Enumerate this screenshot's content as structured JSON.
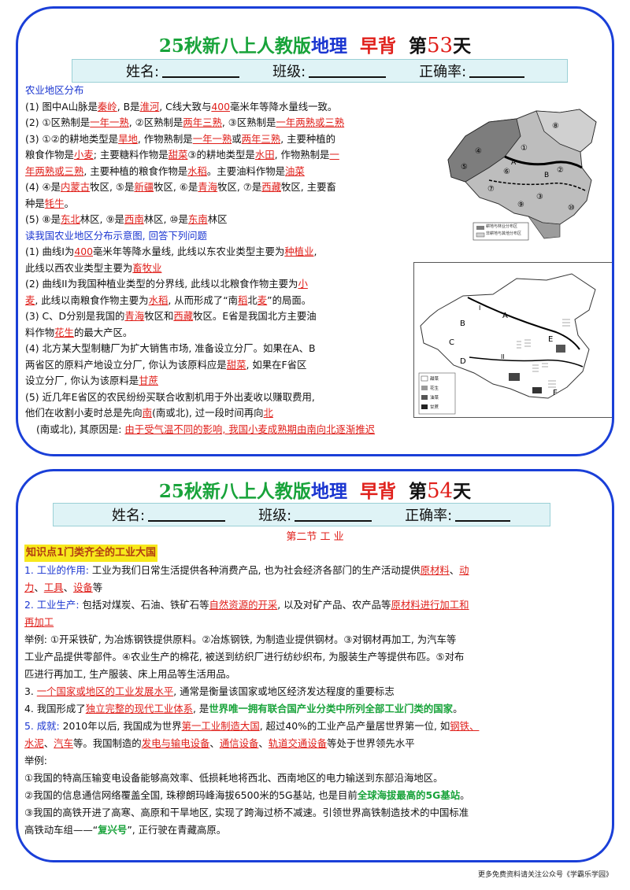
{
  "day53": {
    "title_prefix": "25秋新八上人教版",
    "title_subject": "地理",
    "title_type": "早背",
    "title_di": "第",
    "title_num": "53",
    "title_tian": "天",
    "name_label": "姓名:",
    "class_label": "班级:",
    "rate_label": "正确率:",
    "section1": "农业地区分布",
    "q1": [
      "(1) 图中A山脉是",
      "秦岭",
      ", B是",
      "淮河",
      ", C线大致与",
      "400",
      "毫米年等降水量线一致。"
    ],
    "q2": [
      "(2) ①区熟制是",
      "一年一熟",
      ", ②区熟制是",
      "两年三熟",
      ", ③区熟制是",
      "一年两熟或三熟"
    ],
    "q3a": [
      "(3) ①②的耕地类型是",
      "旱地",
      ", 作物熟制是",
      "一年一熟",
      "或",
      "两年三熟",
      ", 主要种植的"
    ],
    "q3b": [
      "粮食作物是",
      "小麦",
      "; 主要糖料作物是",
      "甜菜",
      "③的耕地类型是",
      "水田",
      ", 作物熟制是",
      "一"
    ],
    "q3c": [
      "年两熟或三熟",
      ", 主要种植的粮食作物是",
      "水稻",
      "。主要油料作物是",
      "油菜"
    ],
    "q4a": [
      "(4) ④是",
      "内蒙古",
      "牧区, ⑤是",
      "新疆",
      "牧区, ⑥是",
      "青海",
      "牧区, ⑦是",
      "西藏",
      "牧区, 主要畜"
    ],
    "q4b": [
      "种是",
      "牦牛",
      "。"
    ],
    "q5": [
      "(5) ⑧是",
      "东北",
      "林区, ⑨是",
      "西南",
      "林区, ⑩是",
      "东南",
      "林区"
    ],
    "section2": "读我国农业地区分布示意图, 回答下列问题",
    "p1a": [
      "(1) 曲线I为",
      "400",
      "毫米年等降水量线, 此线以东农业类型主要为",
      "种植业",
      ","
    ],
    "p1b": [
      "此线以西农业类型主要为",
      "畜牧业"
    ],
    "p2a": [
      "(2) 曲线II为我国种植业类型的分界线, 此线以北粮食作物主要为",
      "小"
    ],
    "p2b": [
      "麦",
      ", 此线以南粮食作物主要为",
      "水稻",
      ", 从而形成了“南",
      "稻",
      "北",
      "麦",
      "”的局面。"
    ],
    "p3a": [
      "(3) C、D分别是我国的",
      "青海",
      "牧区和",
      "西藏",
      "牧区。E省是我国北方主要油"
    ],
    "p3b": [
      "料作物",
      "花生",
      "的最大产区。"
    ],
    "p4a": "(4) 北方某大型制糖厂为扩大销售市场, 准备设立分厂。如果在A、B",
    "p4b": [
      "两省区的原料产地设立分厂, 你认为该原料应是",
      "甜菜",
      ", 如果在F省区"
    ],
    "p4c": [
      "设立分厂, 你认为该原料是",
      "甘蔗"
    ],
    "p5a": "(5) 近几年E省区的农民纷纷买联合收割机用于外出麦收以赚取费用,",
    "p5b": [
      "他们在收割小麦时总是先向",
      "南",
      "(南或北), 过一段时间再向",
      "北"
    ],
    "p5c": [
      "(南或北), 其原因是:",
      "由于受气温不同的影响, 我国小麦成熟期由南向北逐渐推迟"
    ],
    "map1_legend": [
      "耕地与林业分布区",
      "非耕地与其他分布区"
    ],
    "map2_legend": [
      "甜菜",
      "花生",
      "油菜",
      "甘蔗"
    ]
  },
  "day54": {
    "title_prefix": "25秋新八上人教版",
    "title_subject": "地理",
    "title_type": "早背",
    "title_di": "第",
    "title_num": "54",
    "title_tian": "天",
    "name_label": "姓名:",
    "class_label": "班级:",
    "rate_label": "正确率:",
    "section_heading": "第二节  工  业",
    "kp_title": "知识点1门类齐全的工业大国",
    "k1a": [
      "1. 工业的作用:",
      " 工业为我们日常生活提供各种消费产品, 也为社会经济各部门的生产活动提供",
      "原材料",
      "、",
      "动"
    ],
    "k1b": [
      "力",
      "、",
      "工具",
      "、",
      "设备",
      "等"
    ],
    "k2a": [
      "2. 工业生产:",
      " 包括对煤炭、石油、铁矿石等",
      "自然资源的开采",
      ", 以及对矿产品、农产品等",
      "原材料进行加工和"
    ],
    "k2b": [
      "再加工"
    ],
    "ex1": "举例: ①开采铁矿, 为冶炼钢铁提供原料。②冶炼钢铁, 为制造业提供钢材。③对钢材再加工, 为汽车等",
    "ex2": "工业产品提供零部件。④农业生产的棉花, 被送到纺织厂进行纺纱织布, 为服装生产等提供布匹。⑤对布",
    "ex3": "匹进行再加工, 生产服装、床上用品等生活用品。",
    "k3": [
      "3. ",
      "一个国家或地区的工业发展水平",
      ", 通常是衡量该国家或地区经济发达程度的重要标志"
    ],
    "k4": [
      "4. 我国形成了",
      "独立完整的现代工业体系",
      ", 是",
      "世界唯一拥有联合国产业分类中所列全部工业门类的国家",
      "。"
    ],
    "k5a": [
      "5. 成就:",
      " 2010年以后, 我国成为世界",
      "第一工业制造大国",
      ", 超过40%的工业产品产量居世界第一位, 如",
      "钢铁、"
    ],
    "k5b": [
      "水泥",
      "、",
      "汽车",
      "等。我国制造的",
      "发电与输电设备",
      "、",
      "通信设备",
      "、",
      "轨道交通设备",
      "等处于世界领先水平"
    ],
    "ex_head": "举例:",
    "e1": "①我国的特高压输变电设备能够高效率、低损耗地将西北、西南地区的电力输送到东部沿海地区。",
    "e2": [
      "②我国的信息通信网络覆盖全国, 珠穆朗玛峰海拔6500米的5G基站, 也是目前",
      "全球海拔最高的5G基站",
      "。"
    ],
    "e3a": "③我国的高铁开进了高寒、高原和干旱地区, 实现了跨海过桥不减速。引领世界高铁制造技术的中国标准",
    "e3b": [
      "高铁动车组——“",
      "复兴号",
      "”, 正行驶在青藏高原。"
    ]
  },
  "footer": "更多免费资料请关注公众号《学霸乐学园》",
  "colors": {
    "frame": "#1a3fd8",
    "answer": "#e0201b",
    "heading": "#1a35d0",
    "green": "#18a33a",
    "namebar": "#dff3f6"
  }
}
